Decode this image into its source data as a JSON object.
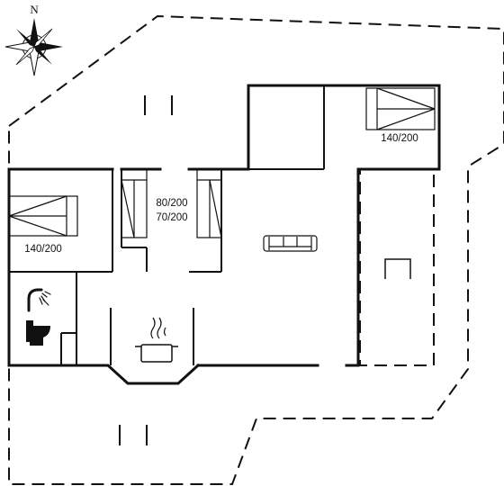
{
  "compass": {
    "north_label": "N",
    "icon": "compass-rose-icon"
  },
  "rooms": {
    "bedroom_top_right": {
      "bed_size": "140/200",
      "icon": "double-bed-icon"
    },
    "bedroom_left": {
      "bed_size": "140/200",
      "icon": "double-bed-icon"
    },
    "bedroom_center": {
      "bed_size_1": "80/200",
      "bed_size_2": "70/200",
      "icon": "single-bed-icon"
    },
    "living_room": {
      "icon": "sofa-icon"
    },
    "bathroom": {
      "icons": [
        "shower-icon",
        "toilet-icon"
      ]
    },
    "kitchen": {
      "icon": "cooking-pot-icon"
    },
    "annex": {
      "icon": "chair-icon"
    }
  },
  "colors": {
    "wall": "#111111",
    "background": "#ffffff"
  }
}
